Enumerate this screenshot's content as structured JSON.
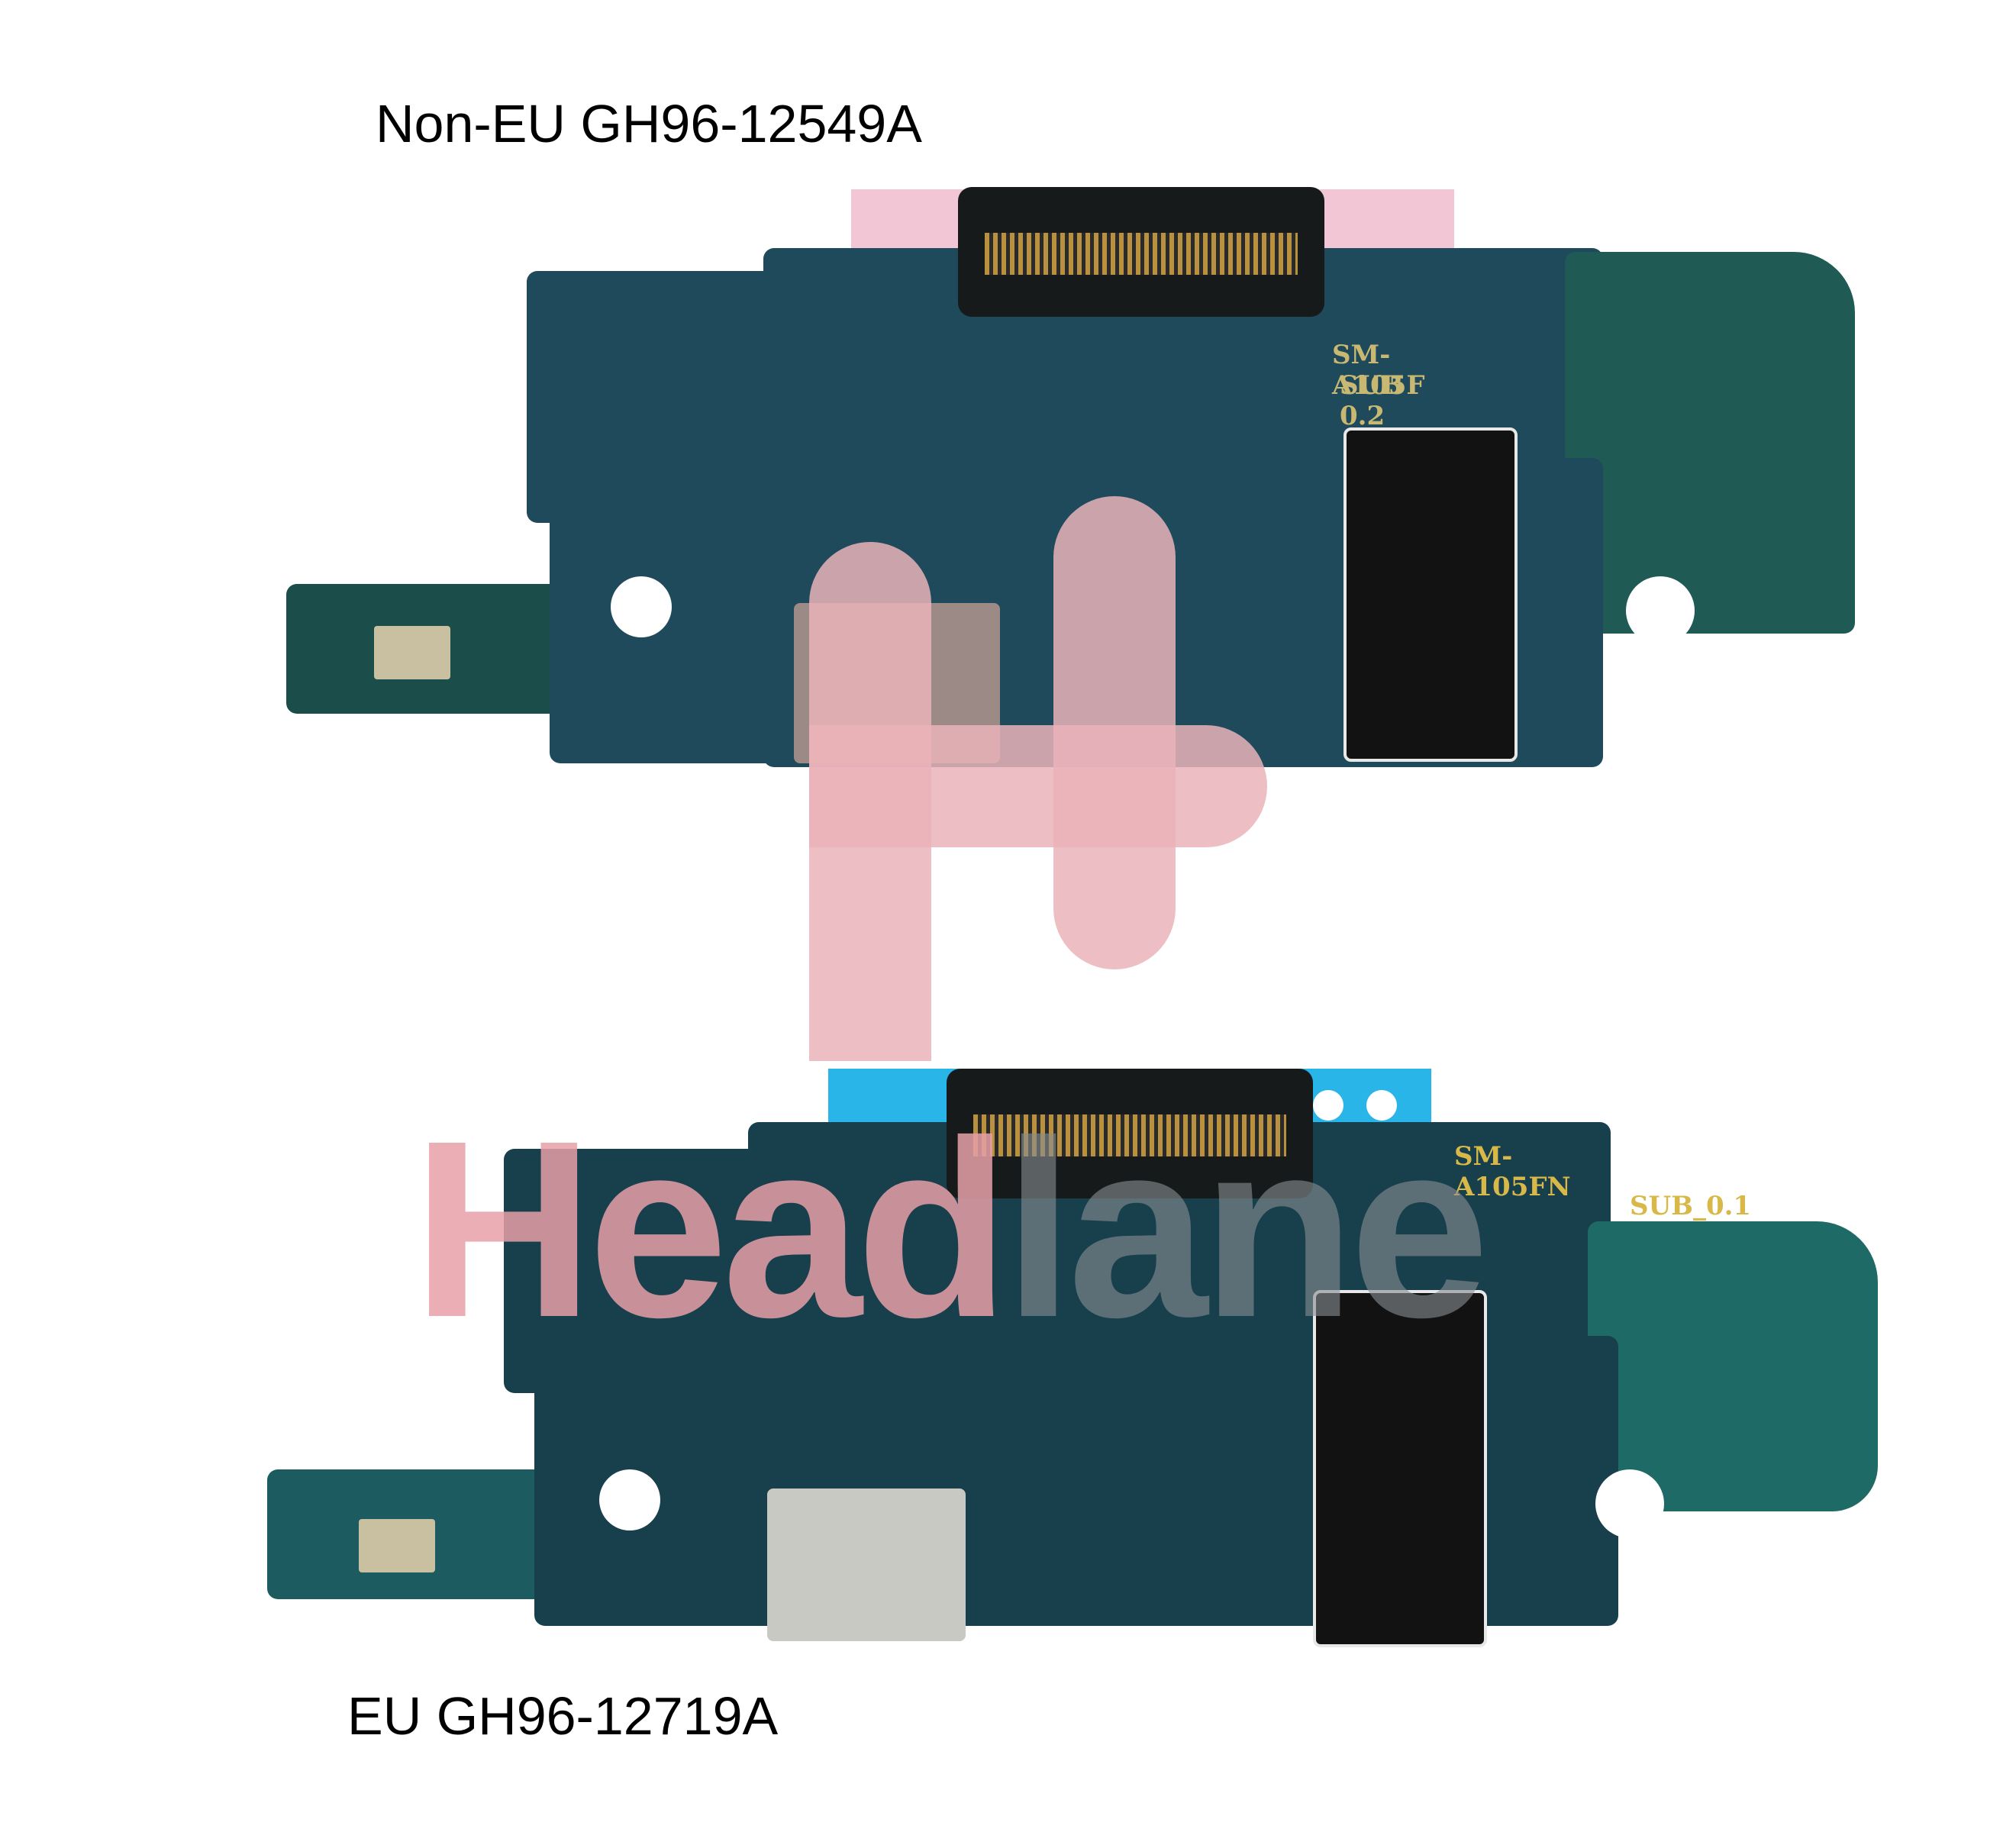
{
  "labels": {
    "top": "Non-EU GH96-12549A",
    "bottom": "EU GH96-12719A"
  },
  "boards": {
    "top": {
      "silkscreen_model": "SM-A105F",
      "silkscreen_rev": "SUB 0.2",
      "tape_color": "#f2c6d4",
      "pcb_color": "#1f4a5c"
    },
    "bottom": {
      "silkscreen_model": "SM-A105FN",
      "silkscreen_rev": "SUB_0.1",
      "tape_color": "#29b5e8",
      "pcb_color": "#173f4c"
    }
  },
  "watermark": {
    "text_part1": "Head",
    "text_part2": "lane",
    "color_part1": "#e8a0a8",
    "color_part2": "#8a8f94"
  }
}
